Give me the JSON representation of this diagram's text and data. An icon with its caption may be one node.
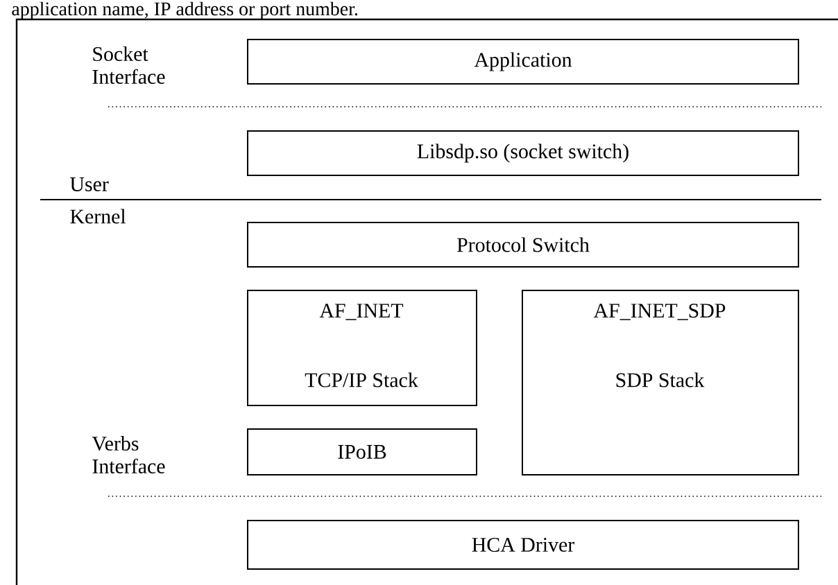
{
  "diagram": {
    "nodes": [
      {
        "text": [
          "Application"
        ]
      },
      {
        "text": [
          "Libsdp.so (socket switch)"
        ]
      },
      {
        "text": [
          "Protocol Switch"
        ]
      },
      {
        "text": [
          "AF_INET",
          "TCP/IP Stack"
        ]
      },
      {
        "text": [
          "AF_INET_SDP",
          "SDP Stack"
        ]
      },
      {
        "text": [
          "IPoIB"
        ]
      },
      {
        "text": [
          "HCA Driver"
        ]
      }
    ],
    "labels": [
      "application name, IP address or port number.",
      "Socket Interface",
      "User",
      "Kernel",
      "Verbs Interface"
    ]
  }
}
